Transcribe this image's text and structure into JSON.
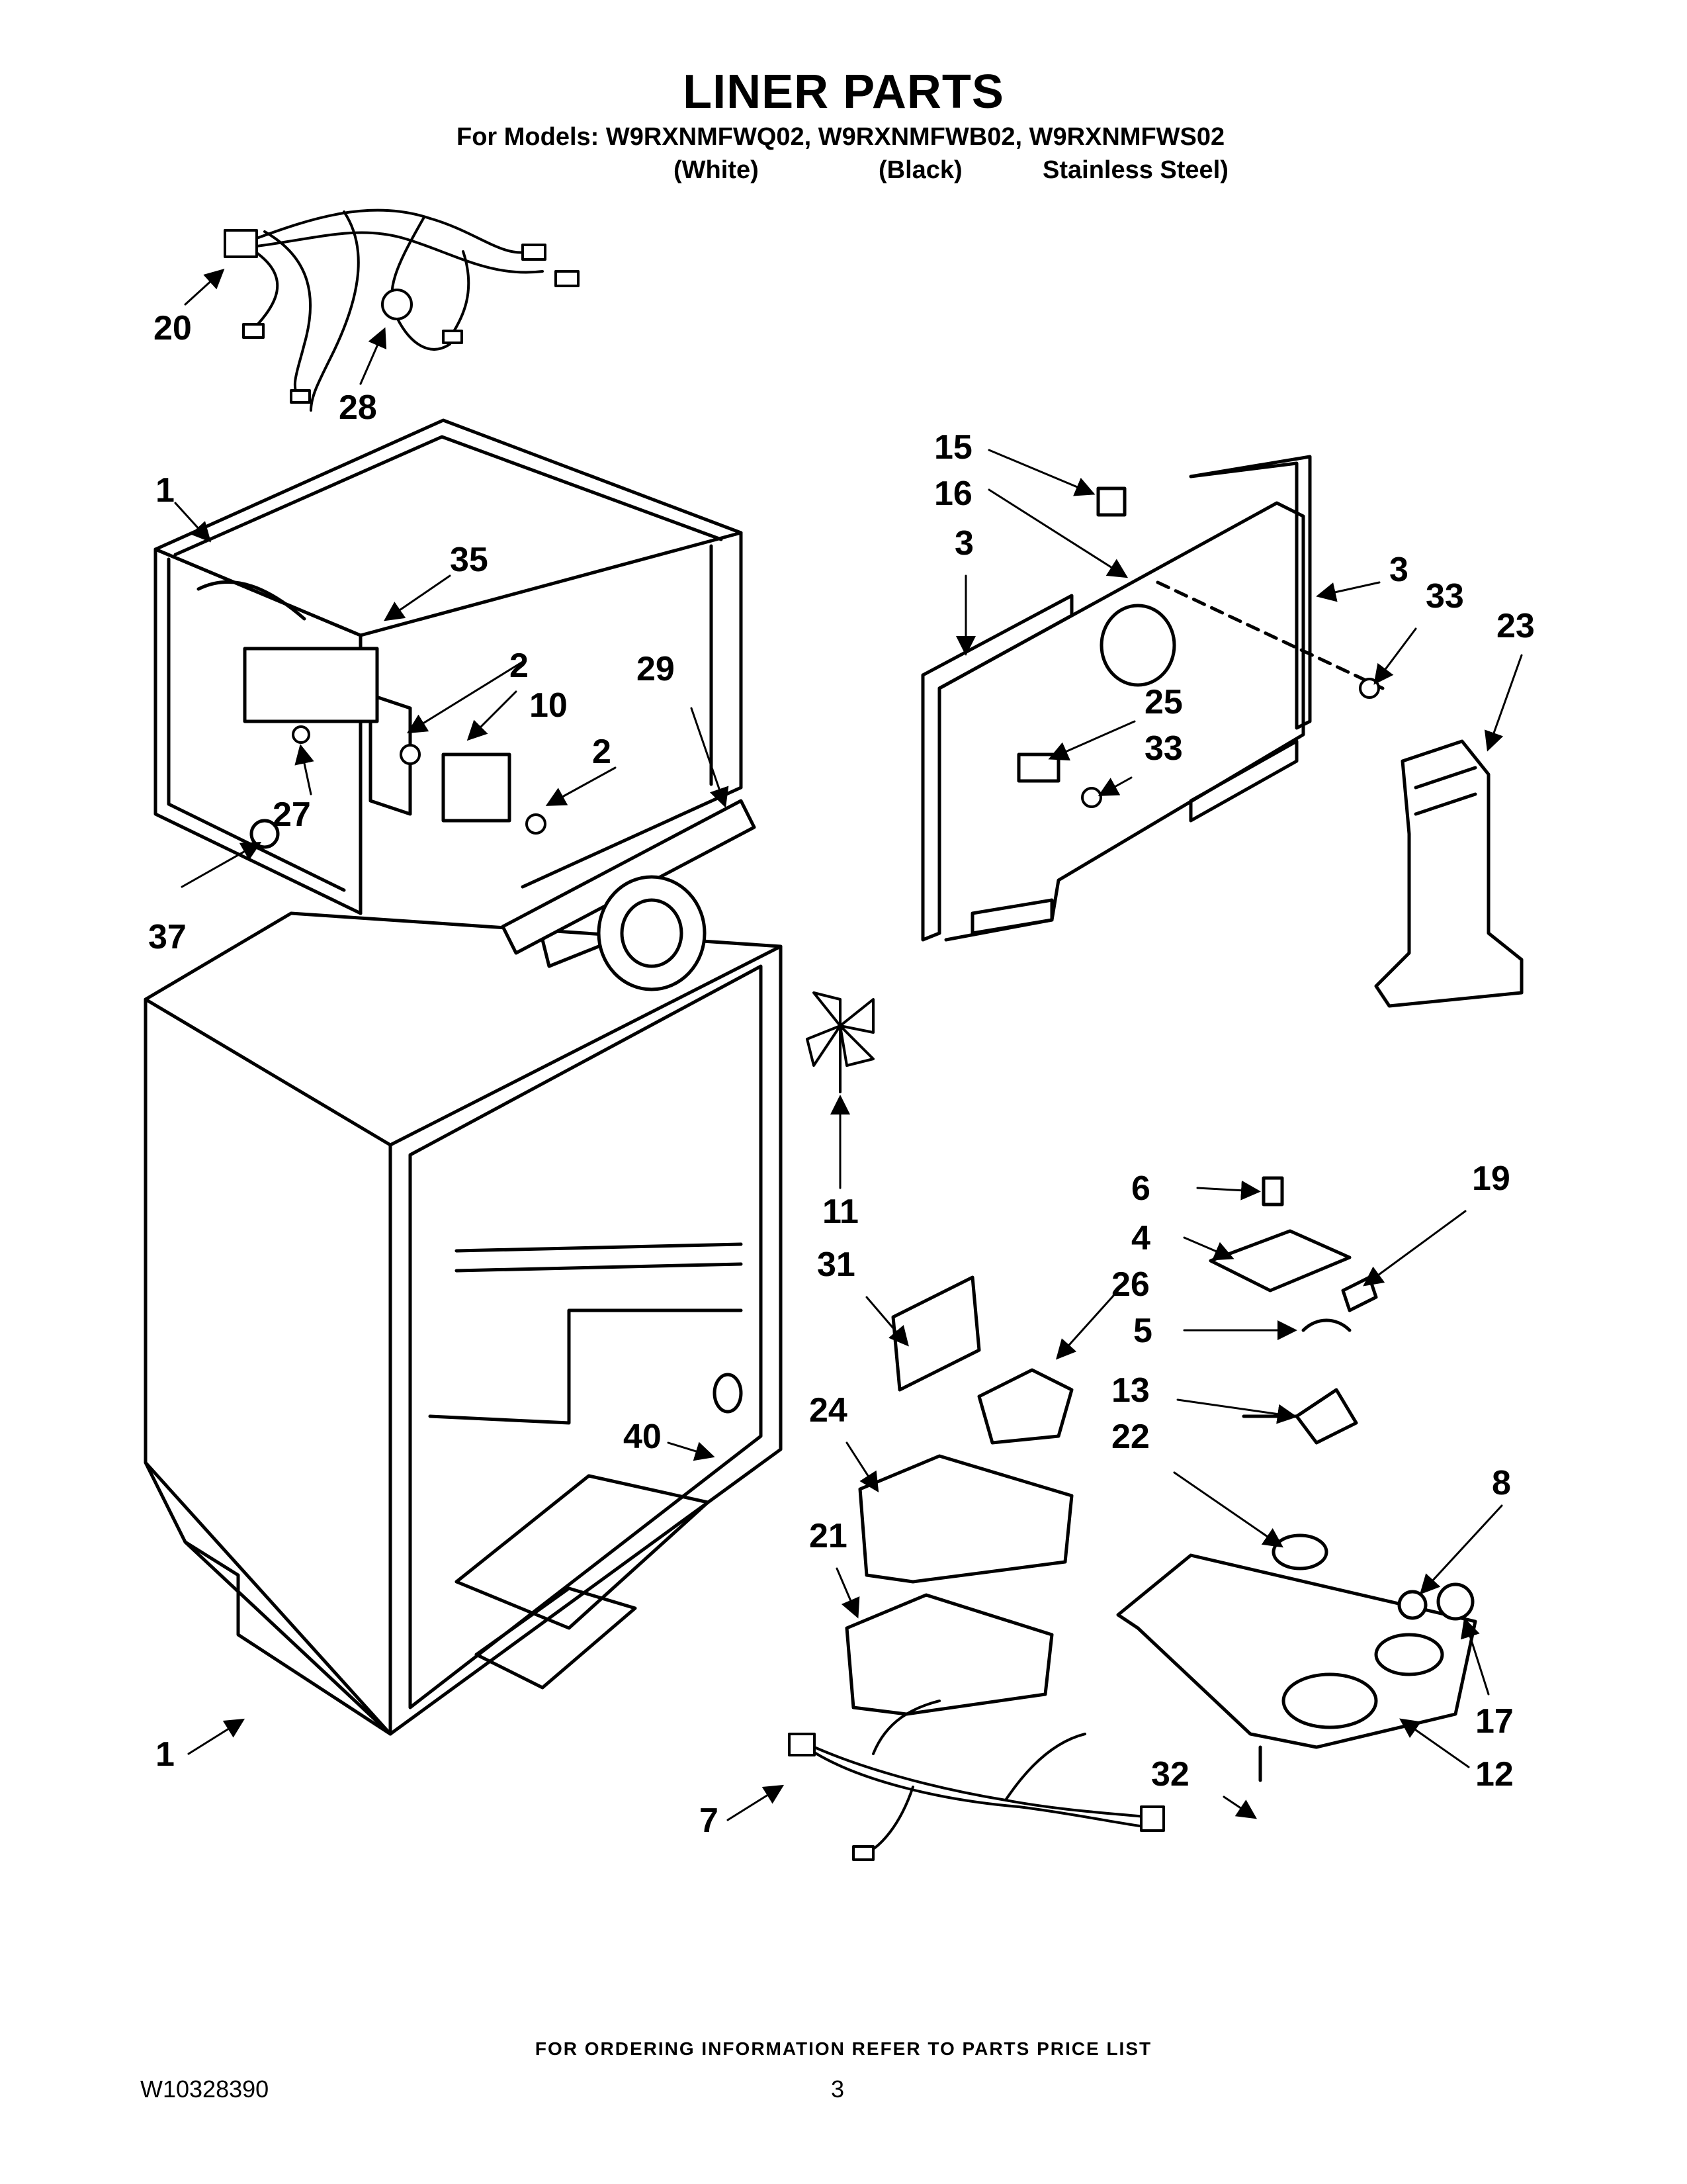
{
  "header": {
    "title": "LINER PARTS",
    "models_line": "For Models: W9RXNMFWQ02, W9RXNMFWB02, W9RXNMFWS02",
    "variants": [
      "(White)",
      "(Black)",
      "Stainless Steel)"
    ]
  },
  "callouts": {
    "c1_top": "1",
    "c1_bottom": "1",
    "c2_a": "2",
    "c2_b": "2",
    "c3_a": "3",
    "c3_b": "3",
    "c4": "4",
    "c5": "5",
    "c6": "6",
    "c7": "7",
    "c8": "8",
    "c10": "10",
    "c11": "11",
    "c12": "12",
    "c13": "13",
    "c15": "15",
    "c16": "16",
    "c17": "17",
    "c19": "19",
    "c20": "20",
    "c21": "21",
    "c22": "22",
    "c23": "23",
    "c24": "24",
    "c25": "25",
    "c26": "26",
    "c27": "27",
    "c28": "28",
    "c29": "29",
    "c31": "31",
    "c32": "32",
    "c33_a": "33",
    "c33_b": "33",
    "c35": "35",
    "c37": "37",
    "c40": "40"
  },
  "footer": {
    "note": "FOR ORDERING INFORMATION REFER TO PARTS PRICE LIST",
    "doc_number": "W10328390",
    "page_number": "3"
  }
}
